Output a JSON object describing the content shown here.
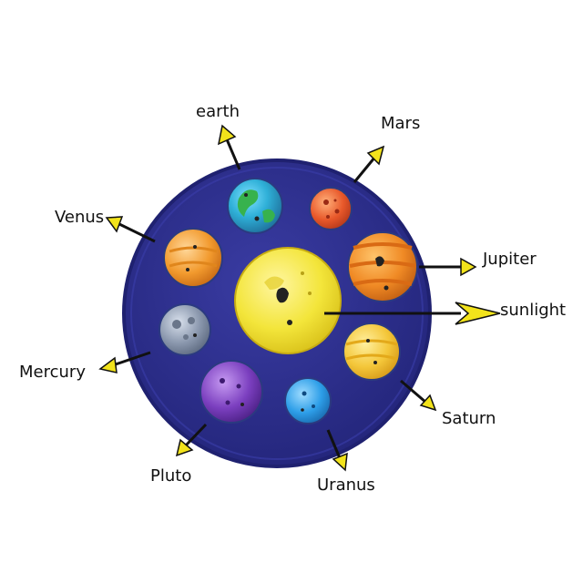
{
  "colors": {
    "base": "#2e2f8a",
    "base_edge": "#1f2170",
    "sun": "#f3e53a",
    "arrow_fill": "#f2e31b",
    "label": "#111111"
  },
  "diagram": {
    "labels": {
      "earth": "earth",
      "mars": "Mars",
      "venus": "Venus",
      "jupiter": "Jupiter",
      "sunlight": "sunlight",
      "mercury": "Mercury",
      "saturn": "Saturn",
      "pluto": "Pluto",
      "uranus": "Uranus"
    },
    "bubbles": [
      {
        "id": "sun",
        "icon": "sun-bubble",
        "color": "#f3e53a"
      },
      {
        "id": "earth",
        "icon": "earth-bubble",
        "color": "#2fa85a"
      },
      {
        "id": "mars",
        "icon": "mars-bubble",
        "color": "#e8582a"
      },
      {
        "id": "venus",
        "icon": "venus-bubble",
        "color": "#f29a2e"
      },
      {
        "id": "jupiter",
        "icon": "jupiter-bubble",
        "color": "#f08a25"
      },
      {
        "id": "mercury",
        "icon": "mercury-bubble",
        "color": "#8a97ad"
      },
      {
        "id": "saturn",
        "icon": "saturn-bubble",
        "color": "#f4c73a"
      },
      {
        "id": "pluto",
        "icon": "pluto-bubble",
        "color": "#7b3fbf"
      },
      {
        "id": "uranus",
        "icon": "uranus-bubble",
        "color": "#2d9ee8"
      }
    ]
  }
}
